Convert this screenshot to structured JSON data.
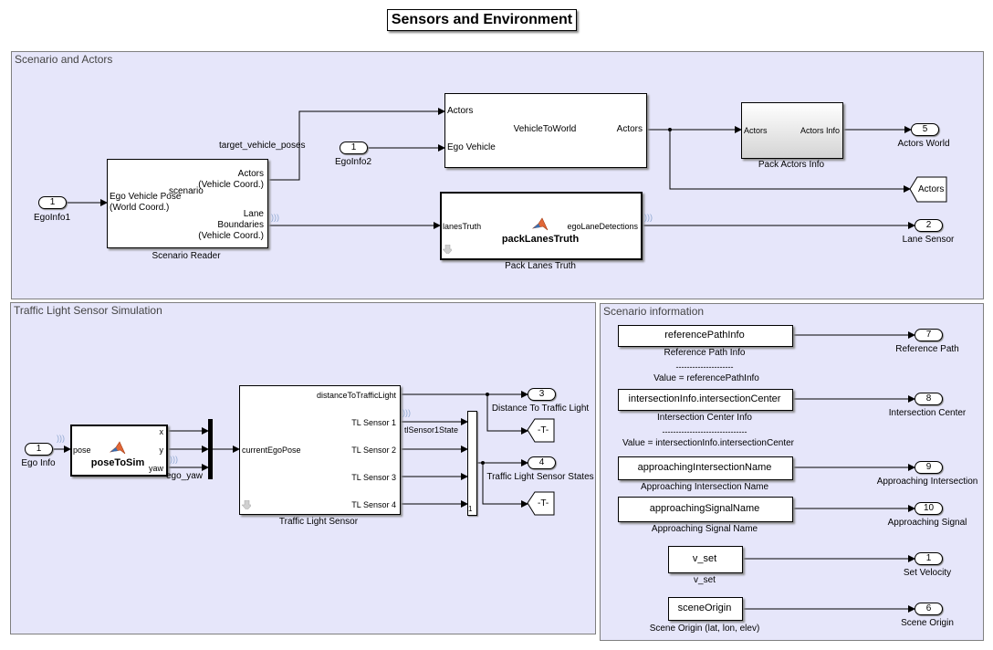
{
  "title": "Sensors and Environment",
  "areas": {
    "scenario_actors": "Scenario and Actors",
    "traffic_light": "Traffic Light Sensor Simulation",
    "scenario_info": "Scenario information"
  },
  "ports": {
    "egoinfo1": "1",
    "egoinfo2": "1",
    "actors_world": "5",
    "lane_sensor": "2",
    "ego_info": "1",
    "distance_tl": "3",
    "tl_states": "4",
    "reference_path": "7",
    "intersection_center": "8",
    "approaching_intersection": "9",
    "approaching_signal": "10",
    "set_velocity": "1",
    "scene_origin": "6"
  },
  "labels": {
    "egoinfo1": "EgoInfo1",
    "egoinfo2": "EgoInfo2",
    "actors_world": "Actors World",
    "lane_sensor": "Lane Sensor",
    "ego_info": "Ego Info",
    "distance_tl": "Distance To Traffic Light",
    "tl_states": "Traffic Light Sensor States",
    "reference_path": "Reference Path",
    "intersection_center": "Intersection Center",
    "approaching_intersection": "Approaching Intersection",
    "approaching_signal": "Approaching Signal",
    "set_velocity": "Set Velocity",
    "scene_origin": "Scene Origin"
  },
  "signals": {
    "target_vehicle_poses": "target_vehicle_poses",
    "scenario": "scenario",
    "tl_sensor1_state": "tlSensor1State",
    "ego_yaw": "ego_yaw"
  },
  "scenario_reader": {
    "name": "Scenario Reader",
    "in_pose": "Ego Vehicle Pose",
    "in_pose2": "(World Coord.)",
    "out_actors": "Actors",
    "out_actors2": "(Vehicle Coord.)",
    "out_lane": "Lane",
    "out_lane2": "Boundaries",
    "out_lane3": "(Vehicle Coord.)"
  },
  "vehicle_to_world": {
    "center": "VehicleToWorld",
    "in_actors": "Actors",
    "in_ego": "Ego Vehicle",
    "out_actors": "Actors"
  },
  "pack_actors": {
    "name": "Pack Actors Info",
    "in": "Actors",
    "out": "Actors Info"
  },
  "goto_actors": "Actors",
  "pack_lanes": {
    "name": "Pack Lanes Truth",
    "center": "packLanesTruth",
    "in": "lanesTruth",
    "out": "egoLaneDetections"
  },
  "pose_to_sim": {
    "center": "poseToSim",
    "in": "pose",
    "out_x": "x",
    "out_y": "y",
    "out_yaw": "yaw"
  },
  "tl_sensor": {
    "name": "Traffic Light Sensor",
    "in": "currentEgoPose",
    "out_dist": "distanceToTrafficLight",
    "out_1": "TL Sensor 1",
    "out_2": "TL Sensor 2",
    "out_3": "TL Sensor 3",
    "out_4": "TL Sensor 4"
  },
  "mux_index": "1",
  "goto_tags": {
    "t1": "-T-",
    "t2": "-T-"
  },
  "constants": {
    "ref_path": {
      "value": "referencePathInfo",
      "name": "Reference Path Info"
    },
    "ref_sep": "---------------------",
    "ref_note": "Value = referencePathInfo",
    "inter_center": {
      "value": "intersectionInfo.intersectionCenter",
      "name": "Intersection Center Info"
    },
    "inter_sep": "-------------------------------",
    "inter_note": "Value = intersectionInfo.intersectionCenter",
    "appr_inter": {
      "value": "approachingIntersectionName",
      "name": "Approaching Intersection Name"
    },
    "appr_signal": {
      "value": "approachingSignalName",
      "name": "Approaching Signal Name"
    },
    "vset": {
      "value": "v_set",
      "name": "v_set"
    },
    "scene_origin": {
      "value": "sceneOrigin",
      "name": "Scene Origin (lat, lon, elev)"
    }
  }
}
